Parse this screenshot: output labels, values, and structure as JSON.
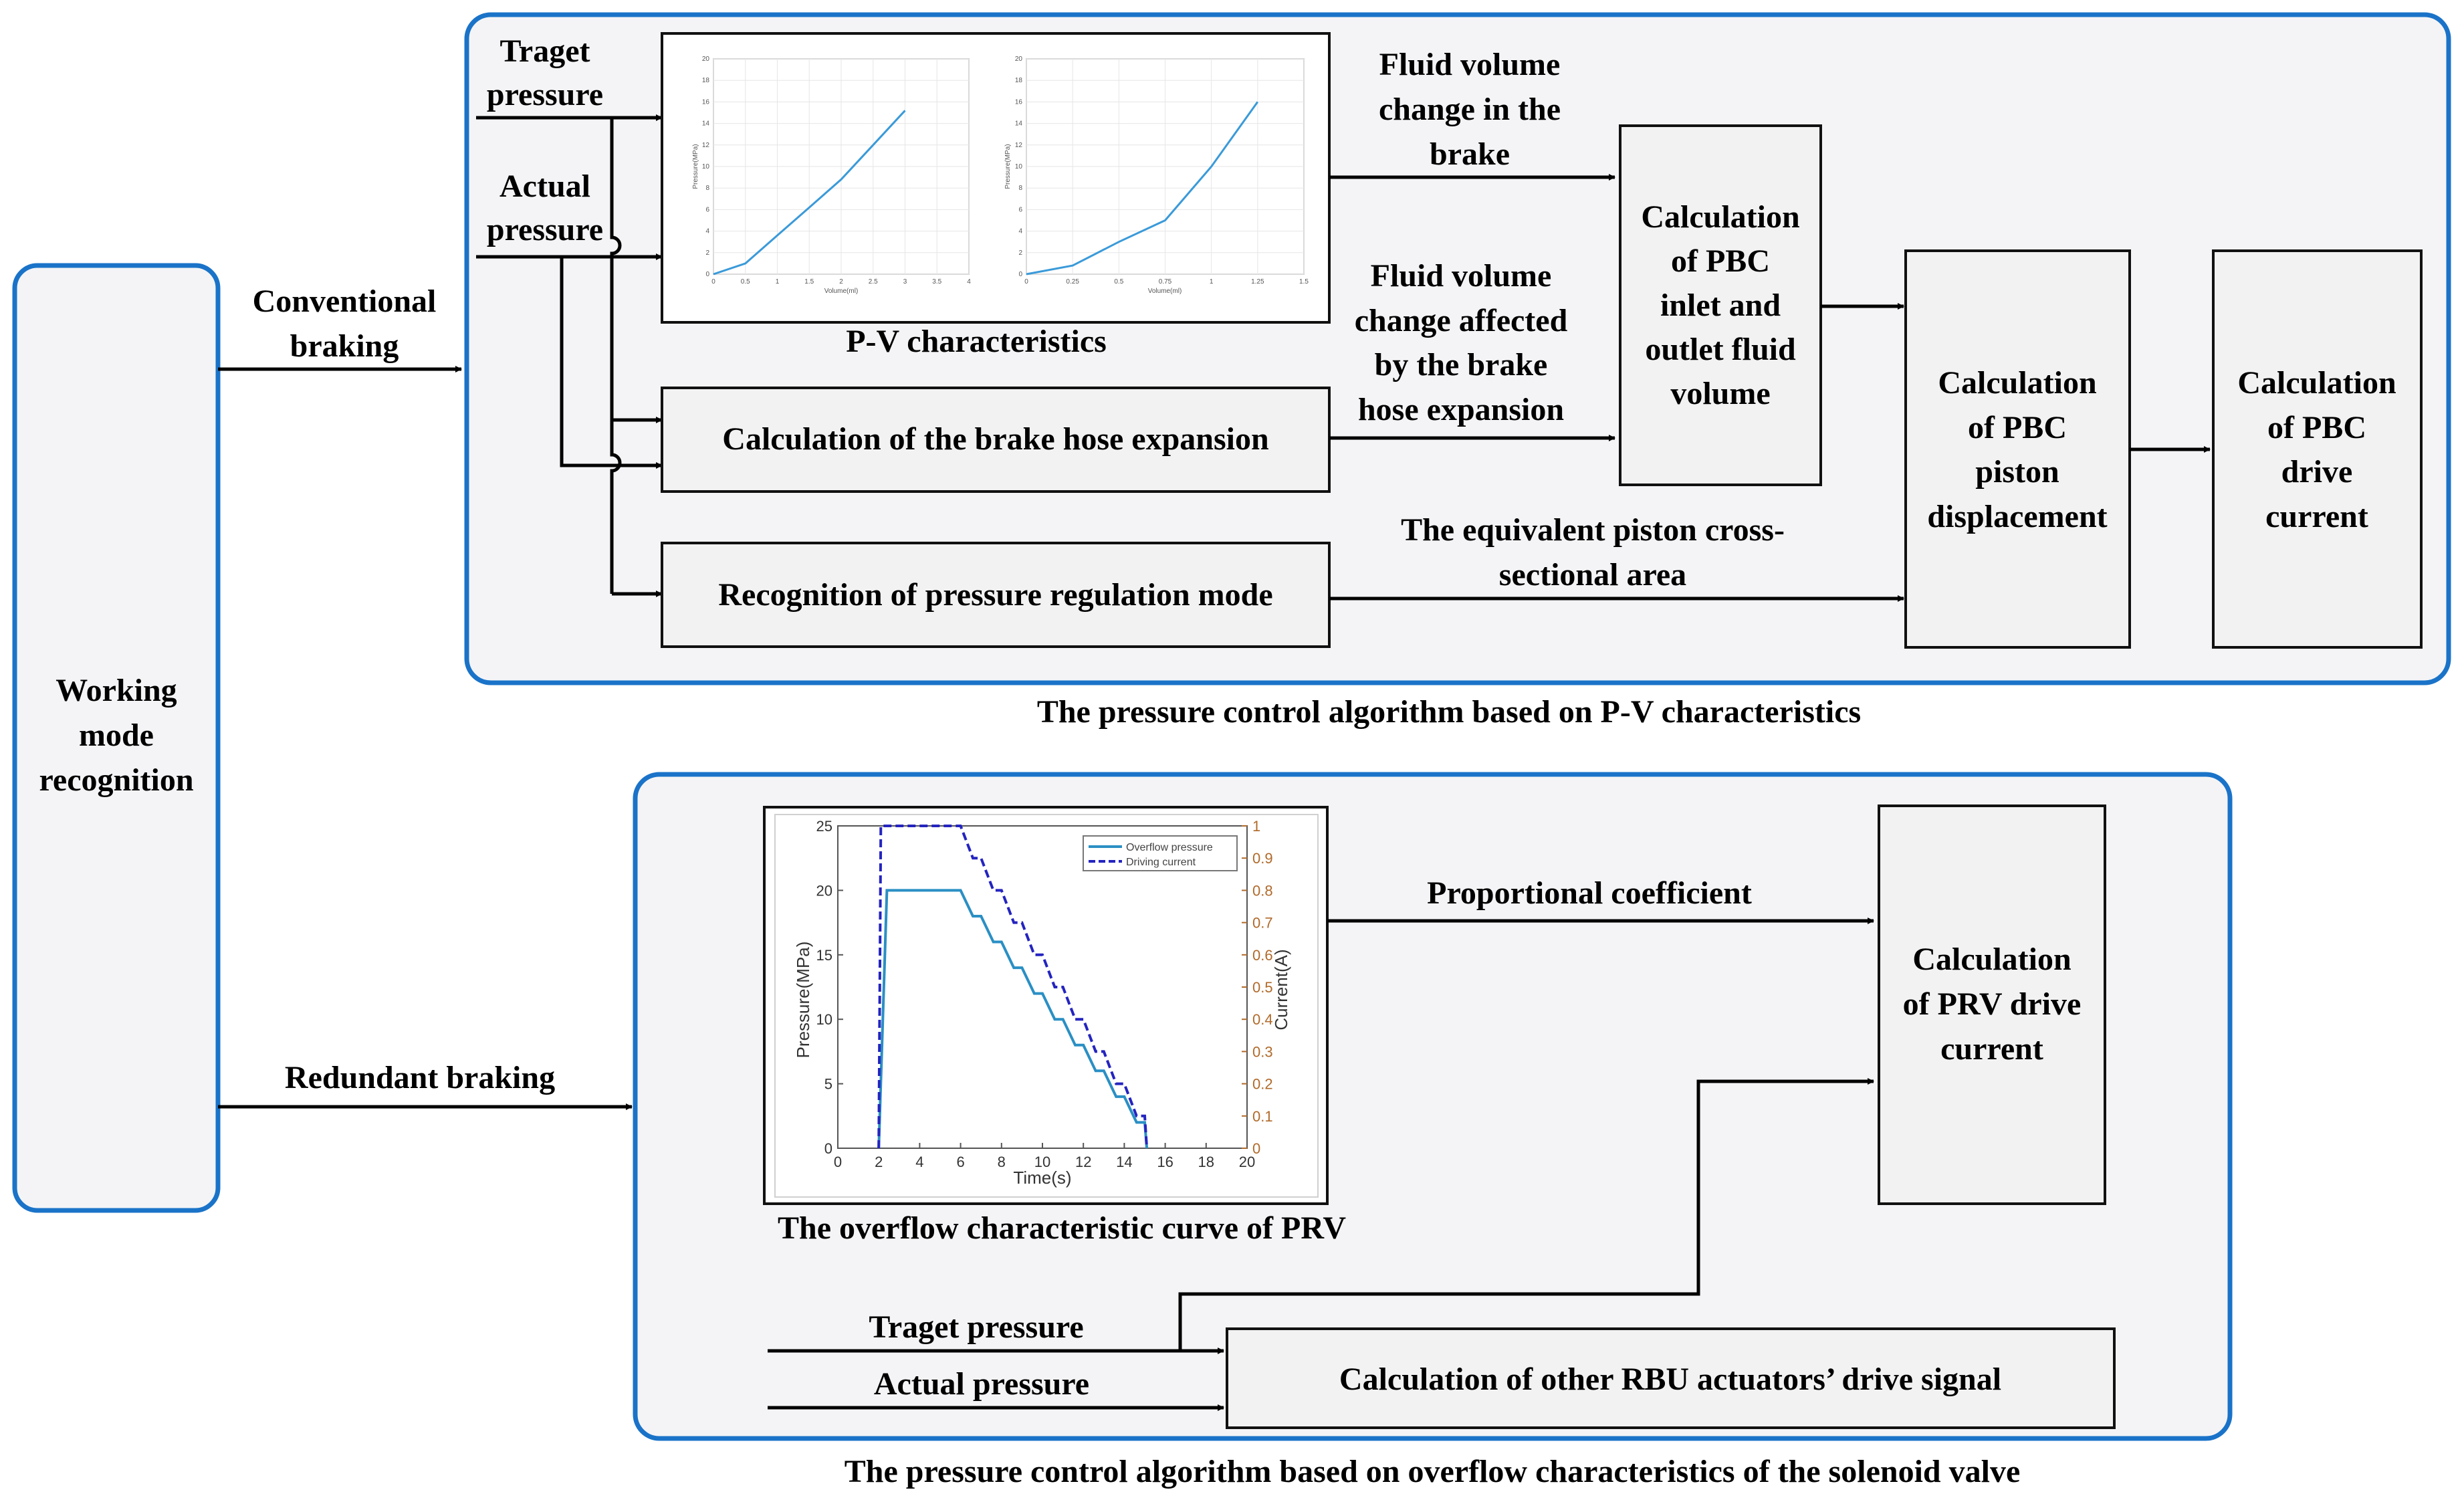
{
  "working_mode": {
    "line1": "Working",
    "line2": "mode",
    "line3": "recognition"
  },
  "conventional_braking": {
    "line1": "Conventional",
    "line2": "braking"
  },
  "redundant_braking": "Redundant braking",
  "pv_group": {
    "caption": "The pressure control algorithm based on P-V characteristics",
    "target_pressure": {
      "line1": "Traget",
      "line2": "pressure"
    },
    "actual_pressure": {
      "line1": "Actual",
      "line2": "pressure"
    },
    "pv_caption": "P-V characteristics",
    "fluid_brake": {
      "line1": "Fluid volume",
      "line2": "change in the",
      "line3": "brake"
    },
    "fluid_hose": {
      "line1": "Fluid volume",
      "line2": "change affected",
      "line3": "by the brake",
      "line4": "hose expansion"
    },
    "hose_box": "Calculation of the brake hose expansion",
    "mode_box": "Recognition of pressure regulation mode",
    "equiv_area": {
      "line1": "The equivalent piston cross-",
      "line2": "sectional area"
    },
    "inlet_box": {
      "line1": "Calculation",
      "line2": "of PBC",
      "line3": "inlet and",
      "line4": "outlet fluid",
      "line5": "volume"
    },
    "piston_box": {
      "line1": "Calculation",
      "line2": "of PBC",
      "line3": "piston",
      "line4": "displacement"
    },
    "drive_box": {
      "line1": "Calculation",
      "line2": "of PBC",
      "line3": "drive",
      "line4": "current"
    }
  },
  "pv_chart_1": {
    "ylabel": "Pressure(MPa)",
    "xlabel": "Volume(ml)",
    "yticks": [
      "0",
      "2",
      "4",
      "6",
      "8",
      "10",
      "12",
      "14",
      "16",
      "18",
      "20"
    ],
    "xticks": [
      "0",
      "0.5",
      "1",
      "1.5",
      "2",
      "2.5",
      "3",
      "3.5",
      "4"
    ]
  },
  "pv_chart_2": {
    "ylabel": "Pressure(MPa)",
    "xlabel": "Volume(ml)",
    "yticks": [
      "0",
      "2",
      "4",
      "6",
      "8",
      "10",
      "12",
      "14",
      "16",
      "18",
      "20"
    ],
    "xticks": [
      "0",
      "0.25",
      "0.5",
      "0.75",
      "1",
      "1.25",
      "1.5"
    ]
  },
  "prv_chart": {
    "ylabel": "Pressure(MPa)",
    "y2label": "Current(A)",
    "xlabel": "Time(s)",
    "yticks": [
      "0",
      "5",
      "10",
      "15",
      "20",
      "25"
    ],
    "y2ticks": [
      "0",
      "0.1",
      "0.2",
      "0.3",
      "0.4",
      "0.5",
      "0.6",
      "0.7",
      "0.8",
      "0.9",
      "1"
    ],
    "xticks": [
      "0",
      "2",
      "4",
      "6",
      "8",
      "10",
      "12",
      "14",
      "16",
      "18",
      "20"
    ],
    "legend": {
      "overflow": "Overflow pressure",
      "current": "Driving current"
    },
    "colors": {
      "overflow": "#2a8fc4",
      "current": "#2424c0"
    }
  },
  "prv_group": {
    "caption": "The pressure control algorithm based on overflow characteristics of the solenoid valve",
    "overflow_caption": "The overflow characteristic curve of PRV",
    "proportional": "Proportional coefficient",
    "prv_box": {
      "line1": "Calculation",
      "line2": "of PRV drive",
      "line3": "current"
    },
    "target_pressure": "Traget pressure",
    "actual_pressure": "Actual pressure",
    "other_box": "Calculation of other RBU actuators’ drive signal"
  },
  "chart_data": [
    {
      "type": "line",
      "title": "",
      "xlabel": "Volume(ml)",
      "ylabel": "Pressure(MPa)",
      "xlim": [
        0,
        4
      ],
      "ylim": [
        0,
        20
      ],
      "grid": true,
      "series": [
        {
          "x": [
            0,
            0.5,
            1,
            1.5,
            2,
            2.5,
            3
          ],
          "values": [
            0,
            1,
            3.6,
            6.2,
            8.8,
            12,
            15.2
          ]
        }
      ]
    },
    {
      "type": "line",
      "title": "",
      "xlabel": "Volume(ml)",
      "ylabel": "Pressure(MPa)",
      "xlim": [
        0,
        1.5
      ],
      "ylim": [
        0,
        20
      ],
      "grid": true,
      "series": [
        {
          "x": [
            0,
            0.25,
            0.5,
            0.75,
            1,
            1.25
          ],
          "values": [
            0,
            0.8,
            3,
            5,
            10,
            16
          ]
        }
      ]
    },
    {
      "type": "line",
      "title": "",
      "xlabel": "Time(s)",
      "ylabel": "Pressure(MPa)",
      "y2label": "Current(A)",
      "xlim": [
        0,
        20
      ],
      "ylim": [
        0,
        25
      ],
      "y2lim": [
        0,
        1
      ],
      "grid": false,
      "legend": "top-right",
      "series": [
        {
          "name": "Overflow pressure",
          "axis": "left",
          "x": [
            2,
            2.4,
            6,
            6.6,
            7,
            7.6,
            8,
            8.6,
            9,
            9.6,
            10,
            10.6,
            11,
            11.6,
            12,
            12.6,
            13,
            13.6,
            14,
            14.6,
            15,
            15.1
          ],
          "values": [
            0,
            20,
            20,
            18,
            18,
            16,
            16,
            14,
            14,
            12,
            12,
            10,
            10,
            8,
            8,
            6,
            6,
            4,
            4,
            2,
            2,
            0
          ]
        },
        {
          "name": "Driving current",
          "axis": "right",
          "x": [
            2,
            2.1,
            6,
            6.6,
            7,
            7.6,
            8,
            8.6,
            9,
            9.6,
            10,
            10.6,
            11,
            11.6,
            12,
            12.6,
            13,
            13.6,
            14,
            14.6,
            15,
            15.1
          ],
          "values": [
            0,
            1,
            1,
            0.9,
            0.9,
            0.8,
            0.8,
            0.7,
            0.7,
            0.6,
            0.6,
            0.5,
            0.5,
            0.4,
            0.4,
            0.3,
            0.3,
            0.2,
            0.2,
            0.1,
            0.1,
            0
          ]
        }
      ]
    }
  ]
}
